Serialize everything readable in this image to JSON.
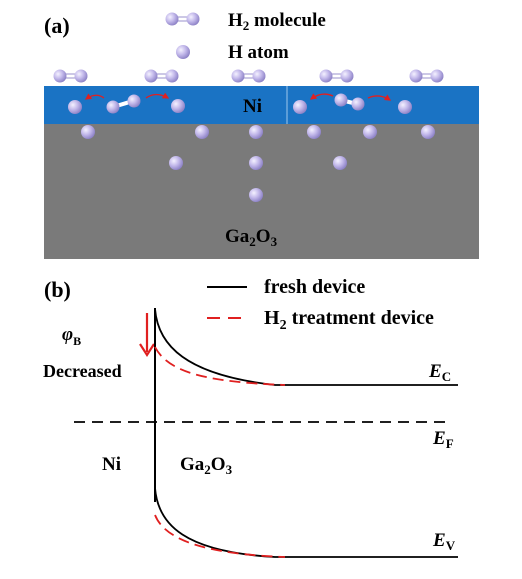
{
  "panel_a": {
    "label": "(a)",
    "legend_molecule": "H",
    "legend_molecule_sub": "2",
    "legend_molecule_rest": " molecule",
    "legend_atom": "H atom",
    "ni_label": "Ni",
    "substrate_label_main": "Ga",
    "substrate_label_sub1": "2",
    "substrate_label_mid": "O",
    "substrate_label_sub2": "3"
  },
  "panel_b": {
    "label": "(b)",
    "legend_fresh": "fresh device",
    "legend_h2_main": "H",
    "legend_h2_sub": "2",
    "legend_h2_rest": " treatment device",
    "phi_symbol": "φ",
    "phi_sub": "B",
    "decreased": "Decreased",
    "ec_main": "E",
    "ec_sub": "C",
    "ef_main": "E",
    "ef_sub": "F",
    "ev_main": "E",
    "ev_sub": "V",
    "ni_label": "Ni",
    "ga_main": "Ga",
    "ga_sub1": "2",
    "ga_mid": "O",
    "ga_sub2": "3"
  },
  "colors": {
    "ni_layer": "#1a73c4",
    "substrate": "#7a7a7a",
    "atom": "#b9aee3",
    "arrow_red": "#e02020",
    "dashed_red": "#e02020",
    "line": "#000000"
  }
}
